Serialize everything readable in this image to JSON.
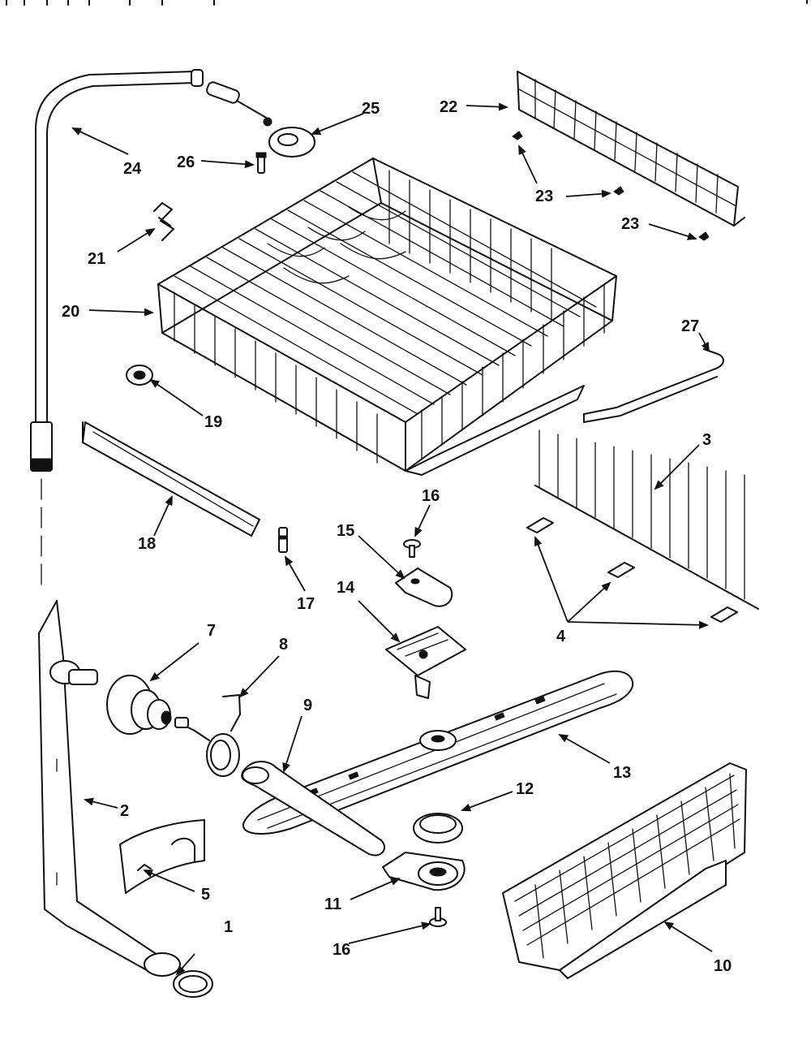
{
  "diagram": {
    "callouts": {
      "p1": "1",
      "p2": "2",
      "p3": "3",
      "p4": "4",
      "p5": "5",
      "p7": "7",
      "p8": "8",
      "p9": "9",
      "p10": "10",
      "p11": "11",
      "p12": "12",
      "p13": "13",
      "p14": "14",
      "p15": "15",
      "p16a": "16",
      "p16b": "16",
      "p17": "17",
      "p18": "18",
      "p19": "19",
      "p20": "20",
      "p21": "21",
      "p22": "22",
      "p23a": "23",
      "p23b": "23",
      "p23c": "23",
      "p24": "24",
      "p25": "25",
      "p26": "26",
      "p27": "27"
    },
    "colors": {
      "ink": "#111111",
      "background": "#ffffff"
    }
  }
}
